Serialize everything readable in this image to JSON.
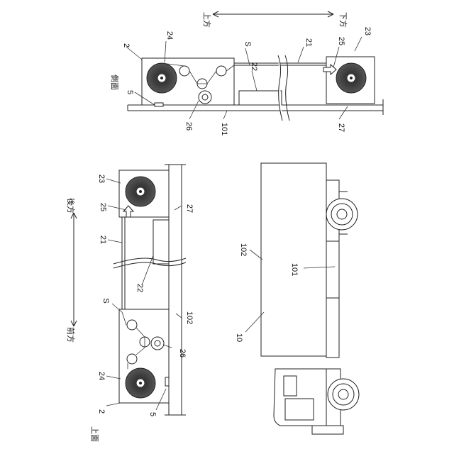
{
  "labels": {
    "top_view": "上面",
    "side_view": "側面",
    "front": "前方",
    "rear": "後方",
    "up": "上方",
    "down": "下方",
    "n2": "2",
    "n5": "5",
    "n10": "10",
    "n21": "21",
    "n22": "22",
    "n23": "23",
    "n24": "24",
    "n25": "25",
    "n26": "26",
    "n27": "27",
    "n101": "101",
    "n102": "102",
    "S": "S"
  }
}
